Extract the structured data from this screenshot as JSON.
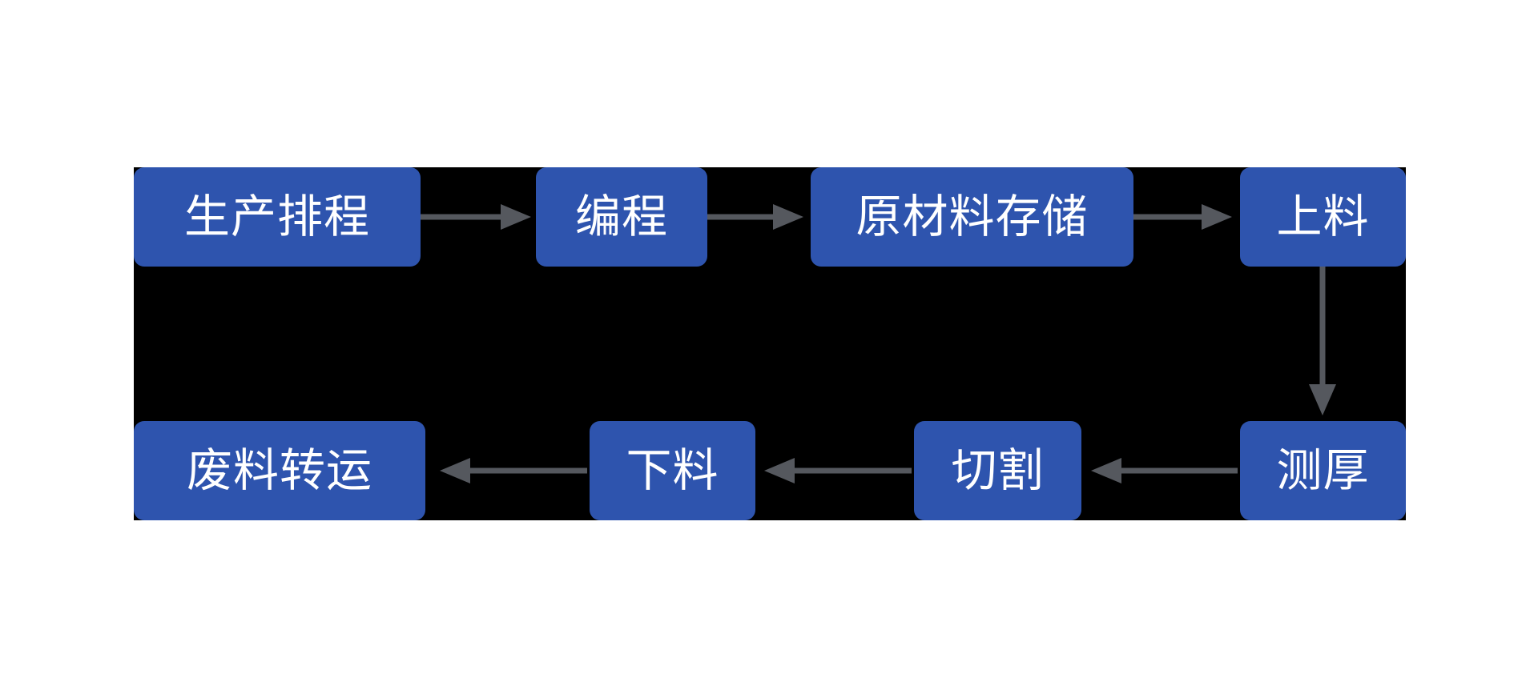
{
  "diagram": {
    "type": "flowchart",
    "background_color": "#ffffff",
    "canvas_color": "#000000",
    "node_fill_color": "#2e54ae",
    "node_text_color": "#ffffff",
    "arrow_color": "#55585e",
    "nodes": [
      {
        "id": "scheduling",
        "label": "生产排程"
      },
      {
        "id": "programming",
        "label": "编程"
      },
      {
        "id": "raw-material-storage",
        "label": "原材料存储"
      },
      {
        "id": "loading",
        "label": "上料"
      },
      {
        "id": "thickness-measuring",
        "label": "测厚"
      },
      {
        "id": "cutting",
        "label": "切割"
      },
      {
        "id": "unloading",
        "label": "下料"
      },
      {
        "id": "scrap-transfer",
        "label": "废料转运"
      }
    ],
    "edges": [
      {
        "from": "生产排程",
        "to": "编程"
      },
      {
        "from": "编程",
        "to": "原材料存储"
      },
      {
        "from": "原材料存储",
        "to": "上料"
      },
      {
        "from": "上料",
        "to": "测厚"
      },
      {
        "from": "测厚",
        "to": "切割"
      },
      {
        "from": "切割",
        "to": "下料"
      },
      {
        "from": "下料",
        "to": "废料转运"
      }
    ]
  }
}
